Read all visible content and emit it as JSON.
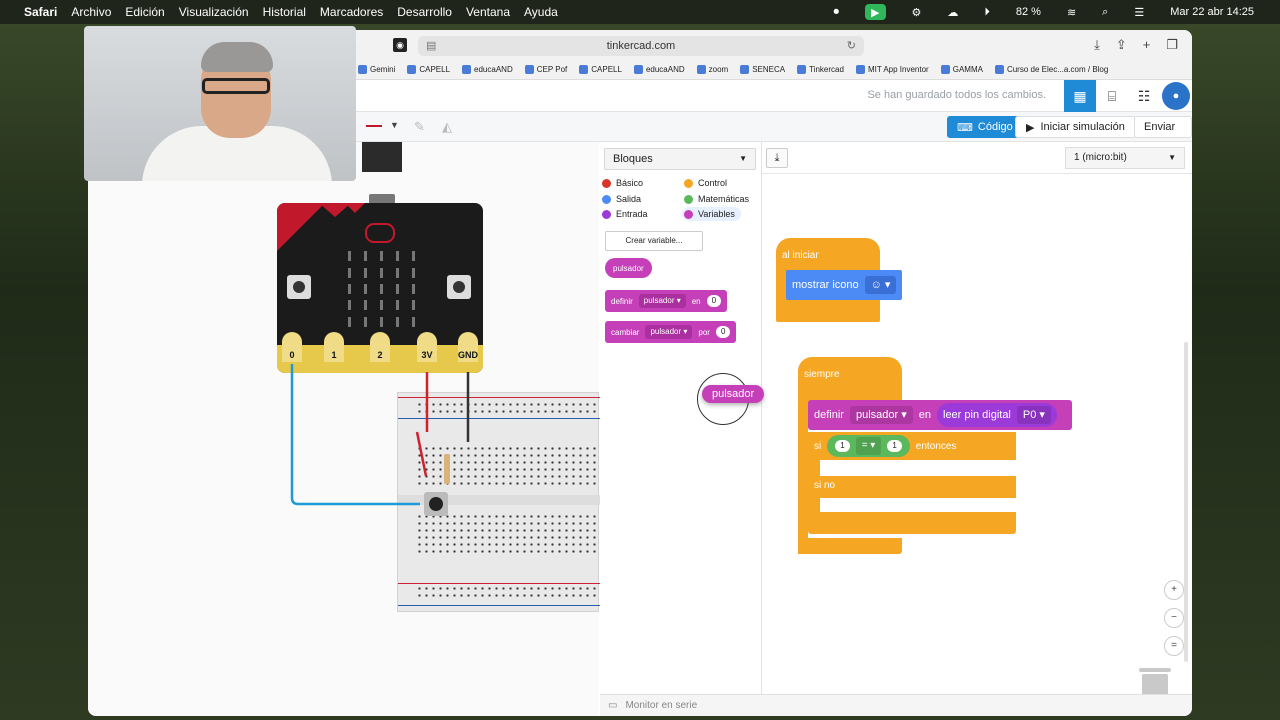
{
  "menubar": {
    "apple": "",
    "app": "Safari",
    "items": [
      "Archivo",
      "Edición",
      "Visualización",
      "Historial",
      "Marcadores",
      "Desarrollo",
      "Ventana",
      "Ayuda"
    ],
    "battery": "82 %",
    "datetime": "Mar 22 abr 14:25"
  },
  "safari": {
    "url": "tinkercad.com",
    "bookmarks": [
      "Gemini",
      "CAPELL",
      "educaAND",
      "CEP Pof",
      "CAPELL",
      "educaAND",
      "zoom",
      "SENECA",
      "Tinkercad",
      "MIT App Inventor",
      "GAMMA",
      "Curso de Elec...a.com / Blog"
    ]
  },
  "header": {
    "saved_status": "Se han guardado todos los cambios."
  },
  "toolbar": {
    "code_label": "Código",
    "sim_label": "Iniciar simulación",
    "send_label": "Enviar a"
  },
  "circuit": {
    "pins": [
      "0",
      "1",
      "2",
      "3V",
      "GND"
    ]
  },
  "blocks_panel": {
    "selector": "Bloques",
    "categories": [
      {
        "label": "Básico",
        "color": "#d9342b"
      },
      {
        "label": "Control",
        "color": "#f5a623"
      },
      {
        "label": "Salida",
        "color": "#4c8bf5"
      },
      {
        "label": "Matemáticas",
        "color": "#5cb85c"
      },
      {
        "label": "Entrada",
        "color": "#9c3ad9"
      },
      {
        "label": "Variables",
        "color": "#c43fb8"
      }
    ],
    "create_var": "Crear variable...",
    "var_name": "pulsador",
    "set_block": {
      "prefix": "definir",
      "var": "pulsador",
      "mid": "en",
      "value": "0"
    },
    "change_block": {
      "prefix": "cambiar",
      "var": "pulsador",
      "mid": "por",
      "value": "0"
    }
  },
  "workspace": {
    "device": "1 (micro:bit)",
    "on_start": {
      "label": "al iniciar",
      "block": "mostrar icono"
    },
    "forever": {
      "label": "siempre",
      "set": {
        "prefix": "definir",
        "var": "pulsador",
        "mid": "en",
        "func": "leer pin digital",
        "pin": "P0"
      },
      "if": {
        "keyword": "si",
        "left": "1",
        "op": "=",
        "right": "1",
        "then": "entonces"
      },
      "else": "si no"
    },
    "dragging": "pulsador"
  },
  "serial": "Monitor en serie",
  "colors": {
    "accent": "#1f8ad6",
    "control": "#f5a623",
    "variables": "#c43fb8",
    "input": "#9c3ad9",
    "output": "#4c8bf5",
    "math": "#5cb85c"
  }
}
